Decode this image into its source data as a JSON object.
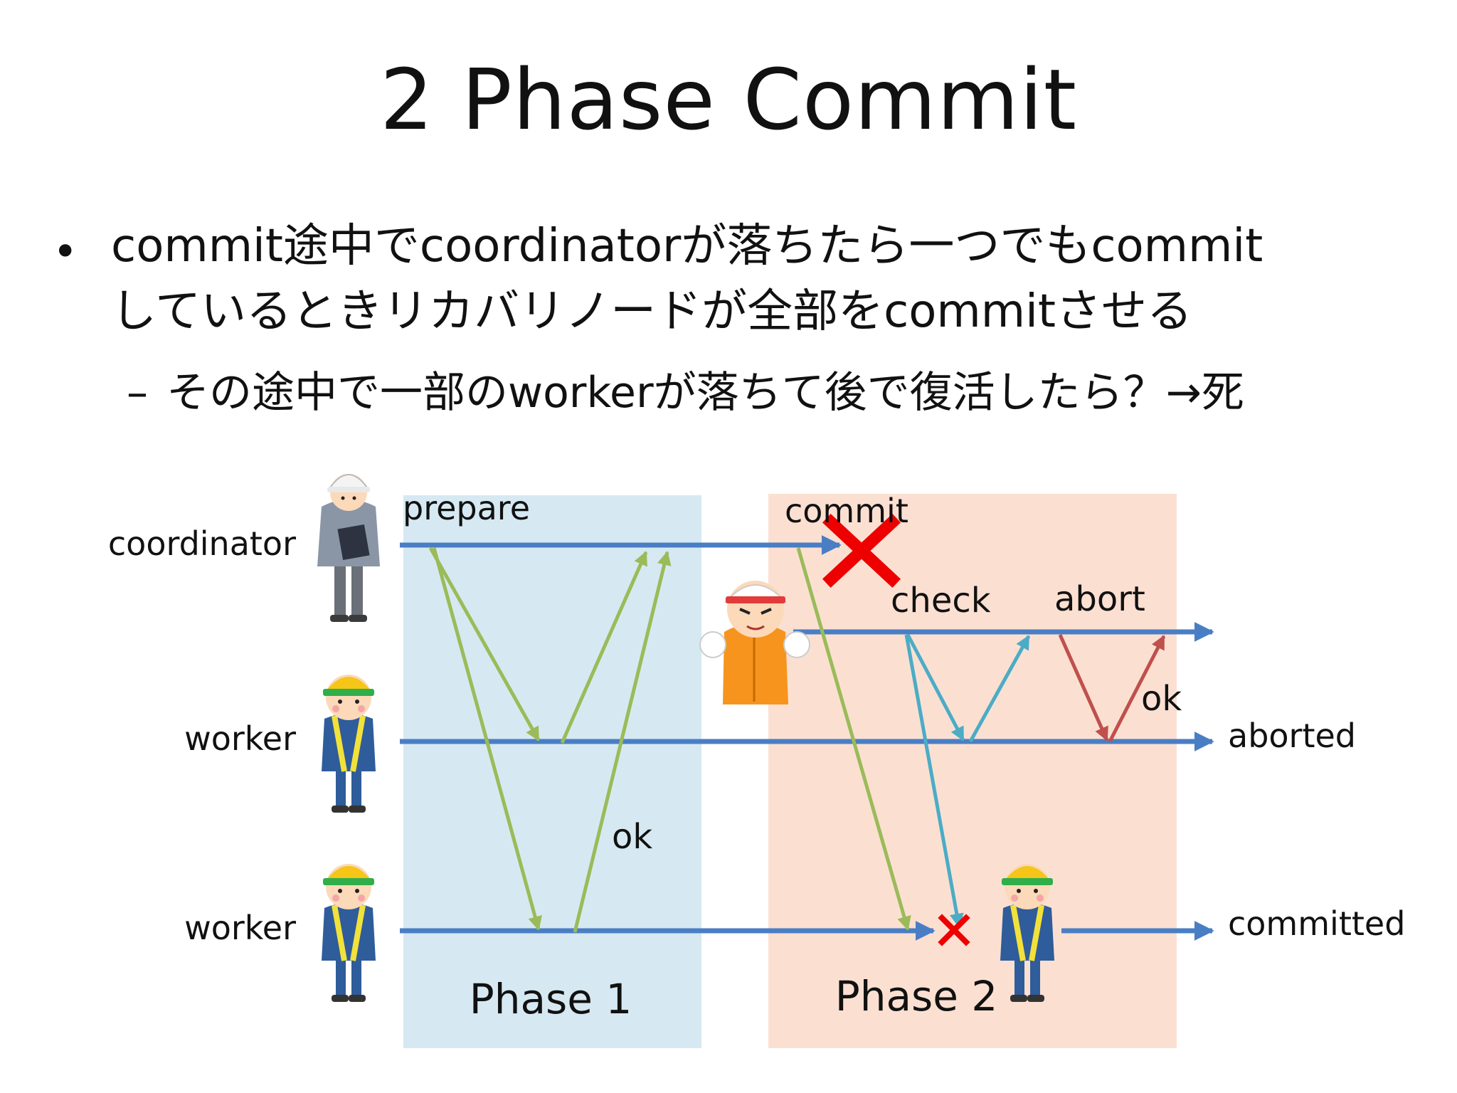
{
  "slide": {
    "title": "2 Phase Commit",
    "bullet": {
      "text_line1": "commit途中でcoordinatorが落ちたら一つでもcommit",
      "text_line2": "しているときリカバリノードが全部をcommitさせる"
    },
    "sub_bullet": {
      "dash": "–",
      "text": "その途中で一部のworkerが落ちて後で復活したら？→死"
    }
  },
  "diagram": {
    "participants": {
      "coordinator": "coordinator",
      "worker1": "worker",
      "worker2": "worker"
    },
    "messages": {
      "prepare": "prepare",
      "ok_phase1": "ok",
      "commit": "commit",
      "check": "check",
      "abort": "abort",
      "ok_phase2": "ok"
    },
    "outcomes": {
      "worker1": "aborted",
      "worker2": "committed"
    },
    "phases": {
      "phase1": "Phase 1",
      "phase2": "Phase 2"
    },
    "colors": {
      "timeline": "#4a7ec4",
      "phase1_bg": "#d6e9f2",
      "phase2_bg": "#fbe0d2",
      "prepare_arrows": "#9bbb59",
      "check_arrows": "#4bacc6",
      "abort_arrows": "#c0504d",
      "failure_x": "#ee0000"
    },
    "icons": {
      "coordinator": "supervisor-with-clipboard-icon",
      "recovery": "recovery-node-person-icon",
      "worker": "worker-with-hardhat-icon"
    }
  }
}
